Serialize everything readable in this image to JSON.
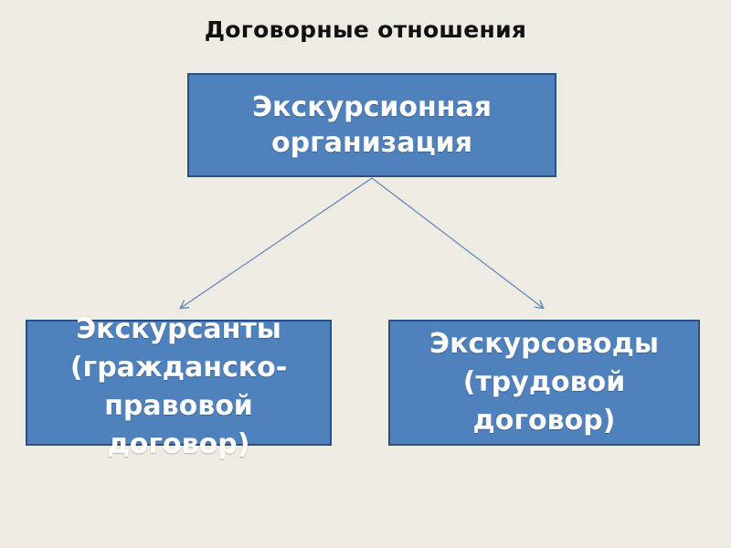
{
  "title": "Договорные отношения",
  "colors": {
    "box_fill": "#4f81bd",
    "box_border": "#2b4f80",
    "arrow": "#5b85b8",
    "background": "#eeebe3"
  },
  "nodes": {
    "top": {
      "lines": [
        "Экскурсионная",
        "организация"
      ]
    },
    "left": {
      "lines": [
        "Экскурсанты",
        "(гражданско-",
        "правовой",
        "договор)"
      ]
    },
    "right": {
      "lines": [
        "Экскурсоводы",
        "(трудовой",
        "договор)"
      ]
    }
  }
}
